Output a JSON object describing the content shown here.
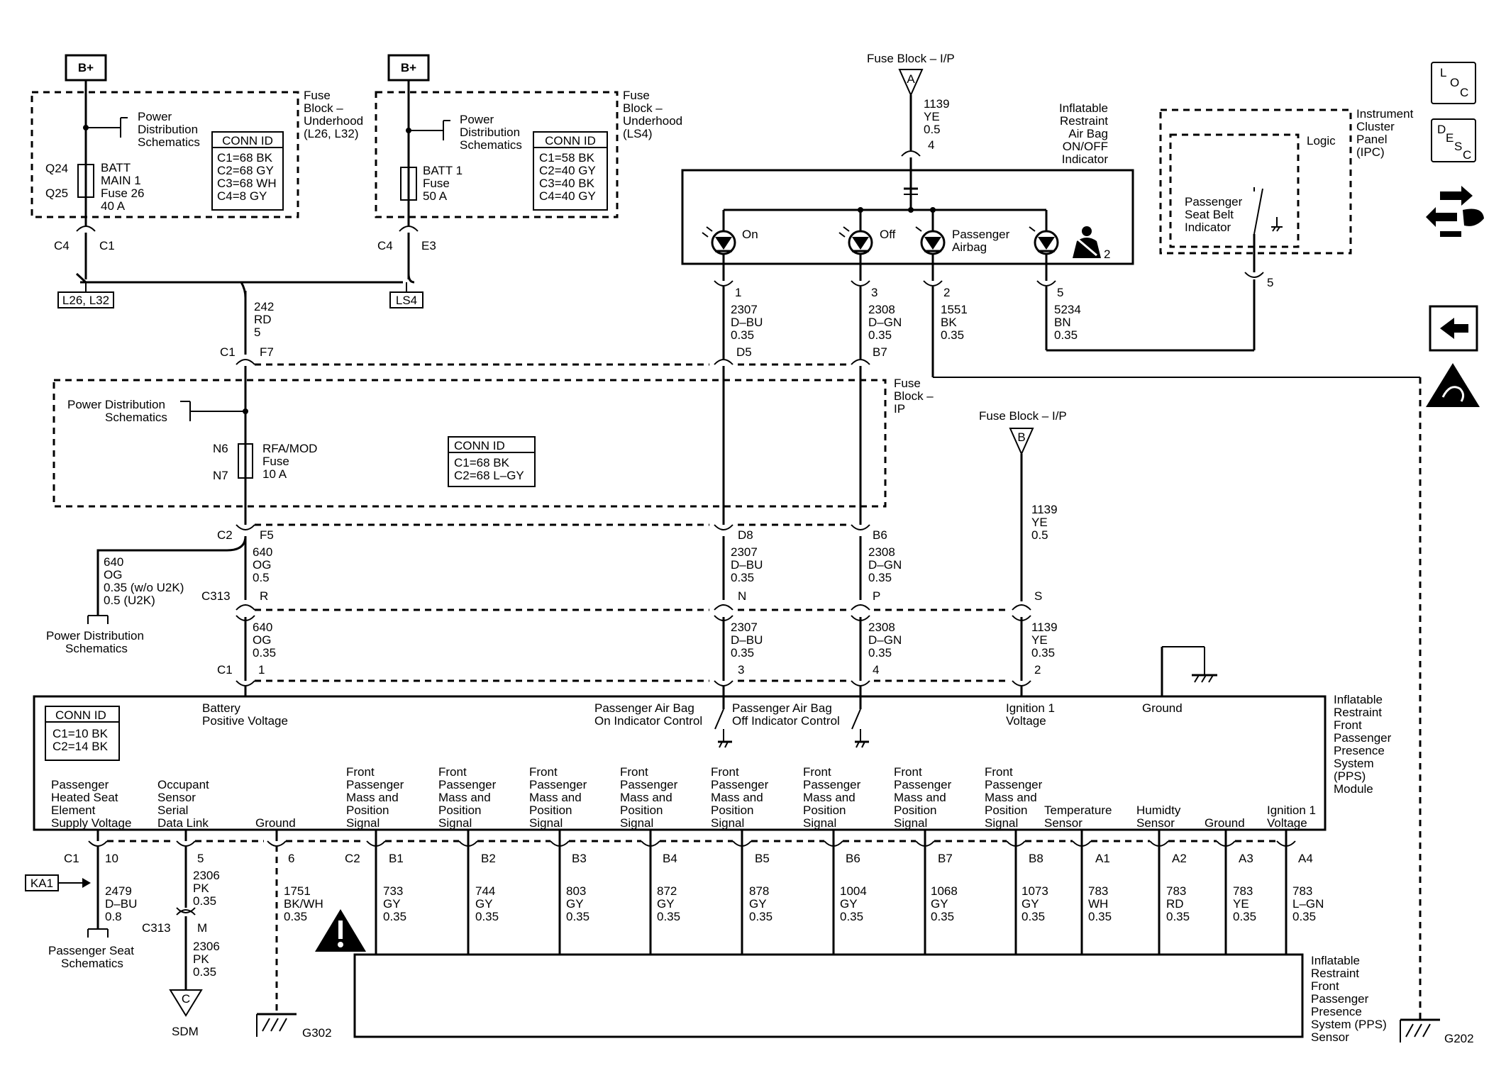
{
  "top": {
    "bplus_left": "B+",
    "bplus_right": "B+",
    "fuse_left": {
      "title": [
        "Fuse",
        "Block –",
        "Underhood",
        "(L26, L32)"
      ],
      "pd": [
        "Power",
        "Distribution",
        "Schematics"
      ],
      "conn_title": "CONN ID",
      "conn": [
        "C1=68 BK",
        "C2=68 GY",
        "C3=68 WH",
        "C4=8 GY"
      ],
      "fuse": [
        "BATT",
        "MAIN 1",
        "Fuse 26",
        "40 A"
      ],
      "q24": "Q24",
      "q25": "Q25"
    },
    "fuse_right": {
      "title": [
        "Fuse",
        "Block –",
        "Underhood",
        "(LS4)"
      ],
      "pd": [
        "Power",
        "Distribution",
        "Schematics"
      ],
      "conn_title": "CONN ID",
      "conn": [
        "C1=58 BK",
        "C2=40 GY",
        "C3=40 BK",
        "C4=40 GY"
      ],
      "fuse": [
        "BATT 1",
        "Fuse",
        "50 A"
      ]
    },
    "c4_left": "C4",
    "c1_left": "C1",
    "c4_right": "C4",
    "e3_right": "E3",
    "tag_left": "L26, L32",
    "tag_right": "LS4",
    "w242": [
      "242",
      "RD",
      "5"
    ]
  },
  "indicator": {
    "fuse_block_ip_a": "Fuse Block – I/P",
    "a": "A",
    "w1139a": [
      "1139",
      "YE",
      "0.5",
      "4"
    ],
    "title": [
      "Inflatable",
      "Restraint",
      "Air Bag",
      "ON/OFF",
      "Indicator"
    ],
    "on": "On",
    "off": "Off",
    "passenger_airbag": [
      "Passenger",
      "Airbag"
    ],
    "num2": "2",
    "pins": [
      "1",
      "3",
      "2",
      "5"
    ],
    "w2307": [
      "2307",
      "D–BU",
      "0.35"
    ],
    "w2308": [
      "2308",
      "D–GN",
      "0.35"
    ],
    "w1551": [
      "1551",
      "BK",
      "0.35"
    ],
    "w5234": [
      "5234",
      "BN",
      "0.35"
    ]
  },
  "ipc": {
    "title": [
      "Instrument",
      "Cluster",
      "Panel",
      "(IPC)"
    ],
    "logic": "Logic",
    "seatbelt": [
      "Passenger",
      "Seat Belt",
      "Indicator"
    ],
    "pin": "5"
  },
  "side": {
    "loc": [
      "L",
      "O",
      "C"
    ],
    "desc": [
      "D",
      "E",
      "S",
      "C"
    ]
  },
  "fuse_ip": {
    "c1": "C1",
    "f7": "F7",
    "d5": "D5",
    "b7": "B7",
    "title": [
      "Fuse",
      "Block –",
      "IP"
    ],
    "pd": [
      "Power Distribution",
      "Schematics"
    ],
    "n6": "N6",
    "n7": "N7",
    "fuse": [
      "RFA/MOD",
      "Fuse",
      "10 A"
    ],
    "conn_title": "CONN ID",
    "conn": [
      "C1=68 BK",
      "C2=68 L–GY"
    ],
    "c2": "C2",
    "f5": "F5",
    "d8": "D8",
    "b6": "B6"
  },
  "fuse_ip_b": {
    "label": "Fuse Block – I/P",
    "b": "B",
    "w1139": [
      "1139",
      "YE",
      "0.5"
    ]
  },
  "mid": {
    "w640_branch": [
      "640",
      "OG",
      "0.35 (w/o U2K)",
      "0.5 (U2K)"
    ],
    "pd": [
      "Power Distribution",
      "Schematics"
    ],
    "w640a": [
      "640",
      "OG",
      "0.5"
    ],
    "w2307a": [
      "2307",
      "D–BU",
      "0.35"
    ],
    "w2308a": [
      "2308",
      "D–GN",
      "0.35"
    ],
    "c313": "C313",
    "r": "R",
    "n": "N",
    "p": "P",
    "s": "S",
    "w640b": [
      "640",
      "OG",
      "0.35"
    ],
    "w2307b": [
      "2307",
      "D–BU",
      "0.35"
    ],
    "w2308b": [
      "2308",
      "D–GN",
      "0.35"
    ],
    "w1139b": [
      "1139",
      "YE",
      "0.35"
    ],
    "c1": "C1",
    "p1": "1",
    "p3": "3",
    "p4": "4",
    "p2": "2"
  },
  "module": {
    "title": [
      "Inflatable",
      "Restraint",
      "Front",
      "Passenger",
      "Presence",
      "System",
      "(PPS)",
      "Module"
    ],
    "conn_title": "CONN ID",
    "conn": [
      "C1=10 BK",
      "C2=14 BK"
    ],
    "battery": [
      "Battery",
      "Positive Voltage"
    ],
    "pab_on": [
      "Passenger Air Bag",
      "On Indicator Control"
    ],
    "pab_off": [
      "Passenger Air Bag",
      "Off Indicator Control"
    ],
    "ign_top": [
      "Ignition 1",
      "Voltage"
    ],
    "ground_top": "Ground",
    "b1": [
      "Passenger",
      "Heated Seat",
      "Element",
      "Supply Voltage"
    ],
    "b2": [
      "Occupant",
      "Sensor",
      "Serial",
      "Data Link"
    ],
    "b3": "Ground",
    "fpm": [
      "Front",
      "Passenger",
      "Mass and",
      "Position",
      "Signal"
    ],
    "temp": [
      "Temperature",
      "Sensor"
    ],
    "humid": [
      "Humidty",
      "Sensor"
    ],
    "gnd2": "Ground",
    "ign2": [
      "Ignition 1",
      "Voltage"
    ]
  },
  "bottom": {
    "c1": "C1",
    "c2": "C2",
    "pins": [
      "10",
      "5",
      "6"
    ],
    "b_pins": [
      "B1",
      "B2",
      "B3",
      "B4",
      "B5",
      "B6",
      "B7",
      "B8",
      "A1",
      "A2",
      "A3",
      "A4"
    ],
    "ka1": "KA1",
    "w2479": [
      "2479",
      "D–BU",
      "0.8"
    ],
    "pss": [
      "Passenger Seat",
      "Schematics"
    ],
    "w2306a": [
      "2306",
      "PK",
      "0.35"
    ],
    "c313": "C313",
    "m": "M",
    "w2306b": [
      "2306",
      "PK",
      "0.35"
    ],
    "c": "C",
    "sdm": "SDM",
    "w1751": [
      "1751",
      "BK/WH",
      "0.35"
    ],
    "g302": "G302",
    "wires": [
      [
        "733",
        "GY",
        "0.35"
      ],
      [
        "744",
        "GY",
        "0.35"
      ],
      [
        "803",
        "GY",
        "0.35"
      ],
      [
        "872",
        "GY",
        "0.35"
      ],
      [
        "878",
        "GY",
        "0.35"
      ],
      [
        "1004",
        "GY",
        "0.35"
      ],
      [
        "1068",
        "GY",
        "0.35"
      ],
      [
        "1073",
        "GY",
        "0.35"
      ],
      [
        "783",
        "WH",
        "0.35"
      ],
      [
        "783",
        "RD",
        "0.35"
      ],
      [
        "783",
        "YE",
        "0.35"
      ],
      [
        "783",
        "L–GN",
        "0.35"
      ]
    ],
    "sensor_title": [
      "Inflatable",
      "Restraint",
      "Front",
      "Passenger",
      "Presence",
      "System (PPS)",
      "Sensor"
    ],
    "g202": "G202"
  }
}
